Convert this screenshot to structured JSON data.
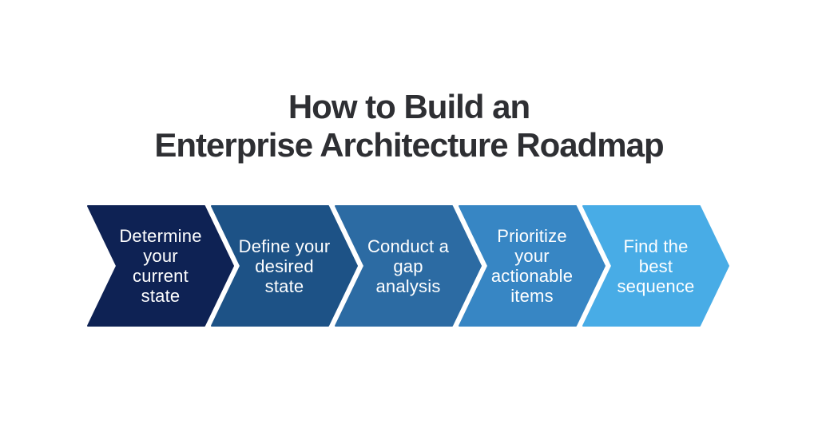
{
  "background_color": "#ffffff",
  "title": {
    "line1": "How to Build an",
    "line2": "Enterprise Architecture Roadmap",
    "color": "#2e2f33"
  },
  "roadmap": {
    "text_color": "#ffffff",
    "steps": [
      {
        "lines": [
          "Determine",
          "your",
          "current",
          "state"
        ],
        "label": "Determine your current state",
        "color": "#0e2254"
      },
      {
        "lines": [
          "Define your",
          "desired",
          "state"
        ],
        "label": "Define your desired state",
        "color": "#1d5286"
      },
      {
        "lines": [
          "Conduct a",
          "gap",
          "analysis"
        ],
        "label": "Conduct a gap analysis",
        "color": "#2c6ba3"
      },
      {
        "lines": [
          "Prioritize",
          "your",
          "actionable",
          "items"
        ],
        "label": "Prioritize your actionable items",
        "color": "#3786c4"
      },
      {
        "lines": [
          "Find the",
          "best",
          "sequence"
        ],
        "label": "Find the best sequence",
        "color": "#48ace6"
      }
    ]
  }
}
